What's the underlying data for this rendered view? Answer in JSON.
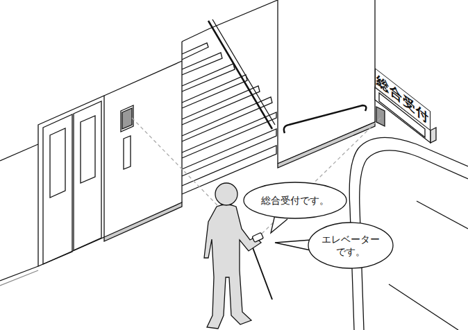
{
  "diagram": {
    "nodes": [
      {
        "text": [
          "総合受付"
        ]
      },
      {
        "text": [
          "総合受付です。"
        ]
      },
      {
        "text": [
          "エレベーター です。"
        ]
      }
    ]
  }
}
